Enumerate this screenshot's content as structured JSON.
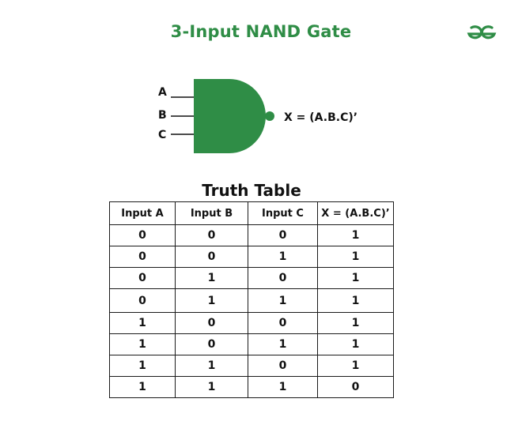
{
  "title": "3-Input NAND Gate",
  "colors": {
    "brand_green": "#2f8d46",
    "gate_fill": "#2f8d46"
  },
  "gate": {
    "inputs": [
      "A",
      "B",
      "C"
    ],
    "output_expression": "X = (A.B.C)’"
  },
  "truth_table": {
    "title": "Truth Table",
    "headers": [
      "Input A",
      "Input B",
      "Input C",
      "X = (A.B.C)’"
    ],
    "rows": [
      [
        "0",
        "0",
        "0",
        "1"
      ],
      [
        "0",
        "0",
        "1",
        "1"
      ],
      [
        "0",
        "1",
        "0",
        "1"
      ],
      [
        "0",
        "1",
        "1",
        "1"
      ],
      [
        "1",
        "0",
        "0",
        "1"
      ],
      [
        "1",
        "0",
        "1",
        "1"
      ],
      [
        "1",
        "1",
        "0",
        "1"
      ],
      [
        "1",
        "1",
        "1",
        "0"
      ]
    ]
  },
  "logo_icon": "geeksforgeeks-logo-icon"
}
